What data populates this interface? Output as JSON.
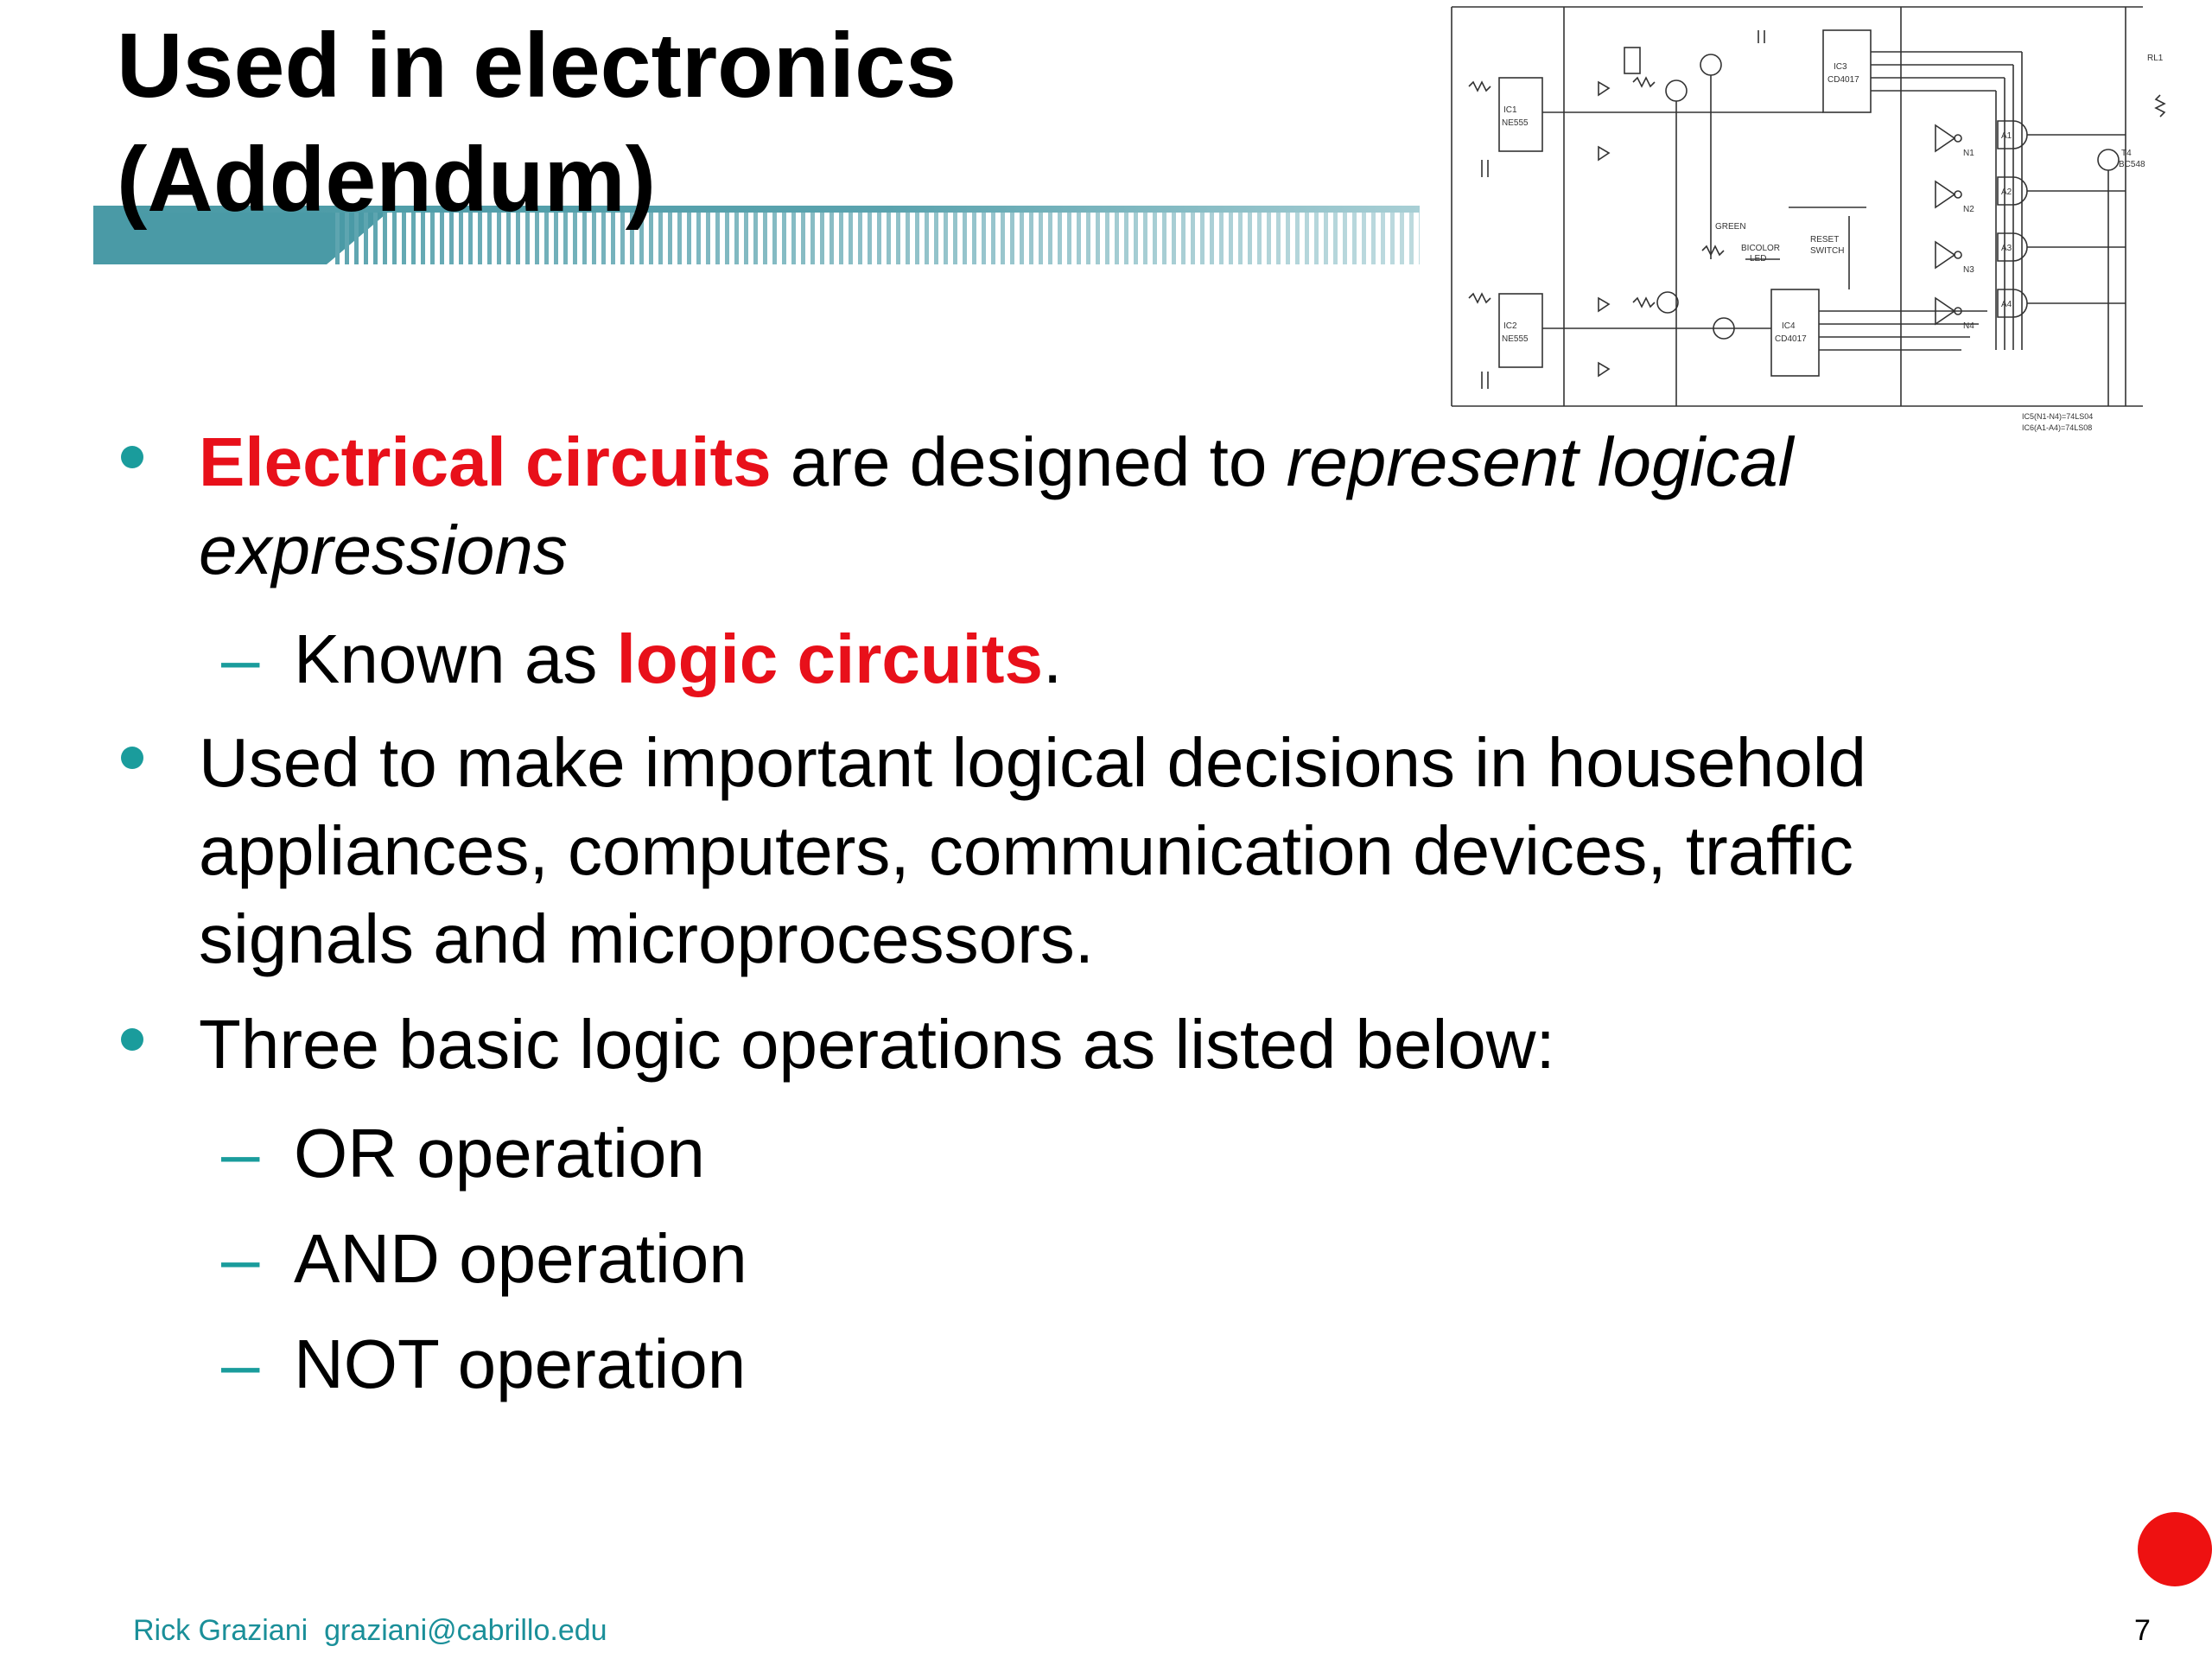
{
  "slide": {
    "title_line1": "Used in electronics",
    "title_line2": "(Addendum)",
    "bullets": {
      "b1": {
        "part1": "Electrical circuits",
        "part2": " are designed to ",
        "part3": "represent logical",
        "part4": "expressions"
      },
      "b1_sub": {
        "part1": "Known as ",
        "part2": "logic circuits",
        "part3": "."
      },
      "b2": {
        "line1": "Used to make important logical decisions in household",
        "line2": "appliances, computers, communication devices, traffic",
        "line3": "signals and microprocessors."
      },
      "b3": {
        "line1": "Three basic logic operations as listed below:"
      },
      "b3_subs": [
        "OR operation",
        "AND operation",
        "NOT operation"
      ]
    },
    "dash_char": "–",
    "footer": {
      "author": "Rick Graziani",
      "email": "graziani@cabrillo.edu",
      "page_number": "7"
    },
    "colors": {
      "accent_teal": "#1a9c9c",
      "highlight_red": "#e8101a",
      "dot_red": "#ee1111"
    },
    "schematic": {
      "labels": [
        "IC1",
        "NE555",
        "IC2",
        "NE555",
        "IC3",
        "CD4017",
        "IC4",
        "CD4017",
        "A1",
        "A2",
        "A3",
        "A4",
        "N1",
        "N2",
        "N3",
        "N4",
        "RESET",
        "SWITCH",
        "GREEN",
        "BICOLOR",
        "LED",
        "RL1",
        "T4",
        "BC548",
        "IC5(N1-N4)=74LS04",
        "IC6(A1-A4)=74LS08"
      ]
    }
  }
}
